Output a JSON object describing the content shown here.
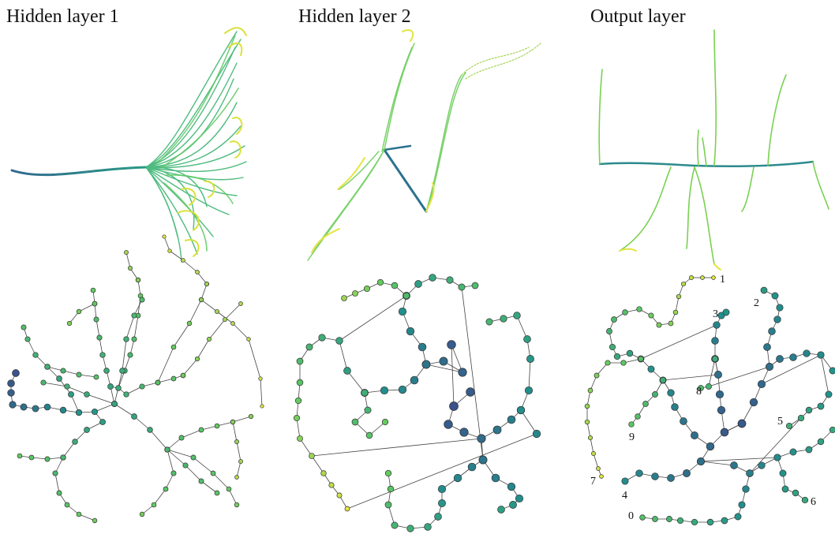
{
  "titles": {
    "hidden1": "Hidden layer 1",
    "hidden2": "Hidden layer 2",
    "output": "Output layer"
  },
  "output_tree_labels": {
    "l0": "0",
    "l1": "1",
    "l2": "2",
    "l3": "3",
    "l4": "4",
    "l5": "5",
    "l6": "6",
    "l7": "7",
    "l8": "8",
    "l9": "9"
  },
  "palette": {
    "deep_node": "#3b528b",
    "mid_node": "#21918c",
    "green_node": "#5ec962",
    "leaf_node": "#e3e53f",
    "edge": "#444444"
  }
}
